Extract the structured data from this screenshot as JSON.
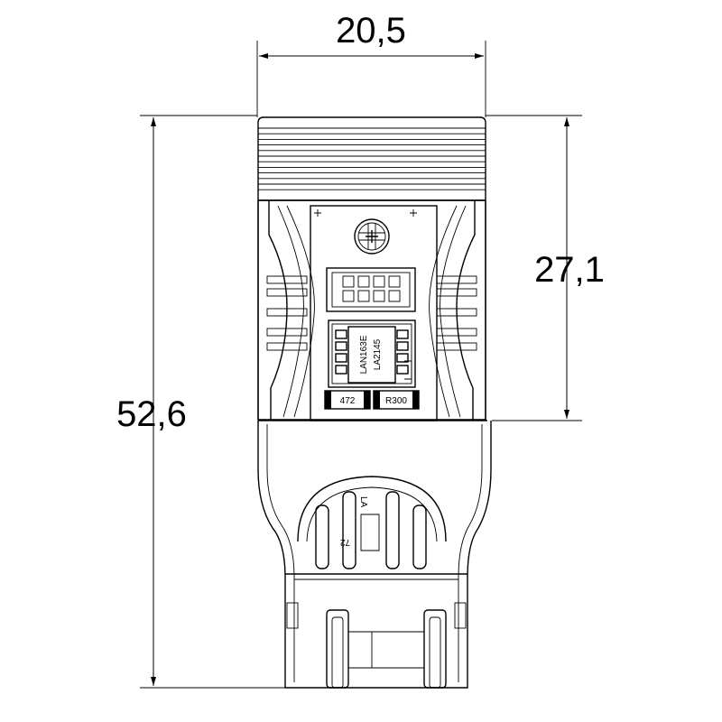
{
  "dimensions": {
    "width": "20,5",
    "total_height": "52,6",
    "section_height": "27,1"
  },
  "components": {
    "ic_line1": "LAN163E",
    "ic_line2": "LA2145",
    "resistor_left": "472",
    "resistor_right": "R300",
    "rear_fragment1": "LA",
    "rear_fragment2": "72"
  }
}
